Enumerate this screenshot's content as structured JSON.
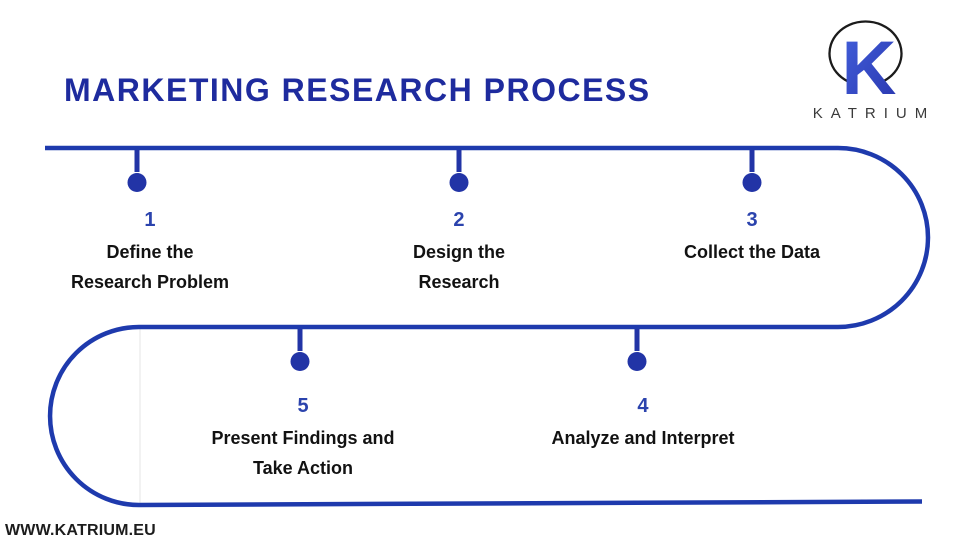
{
  "title": {
    "text": "MARKETING RESEARCH PROCESS",
    "color": "#1e2b9e"
  },
  "logo": {
    "letter": "K",
    "brand": "KATRIUM",
    "circle_color": "#1b1b1b",
    "k_gradient_start": "#4360dc",
    "k_gradient_end": "#2936ae",
    "brand_text_color": "#3a3a3a"
  },
  "process": {
    "line_color": "#1e3aad",
    "dot_color": "#2234a6",
    "number_color": "#2b43ad",
    "label_color": "#121212",
    "steps": [
      {
        "number": "1",
        "lines": [
          "Define the",
          "Research Problem"
        ]
      },
      {
        "number": "2",
        "lines": [
          "Design the",
          "Research"
        ]
      },
      {
        "number": "3",
        "lines": [
          "Collect the Data"
        ]
      },
      {
        "number": "4",
        "lines": [
          "Analyze and Interpret"
        ]
      },
      {
        "number": "5",
        "lines": [
          "Present Findings and",
          "Take Action"
        ]
      }
    ]
  },
  "footer": {
    "website": "WWW.KATRIUM.EU"
  }
}
